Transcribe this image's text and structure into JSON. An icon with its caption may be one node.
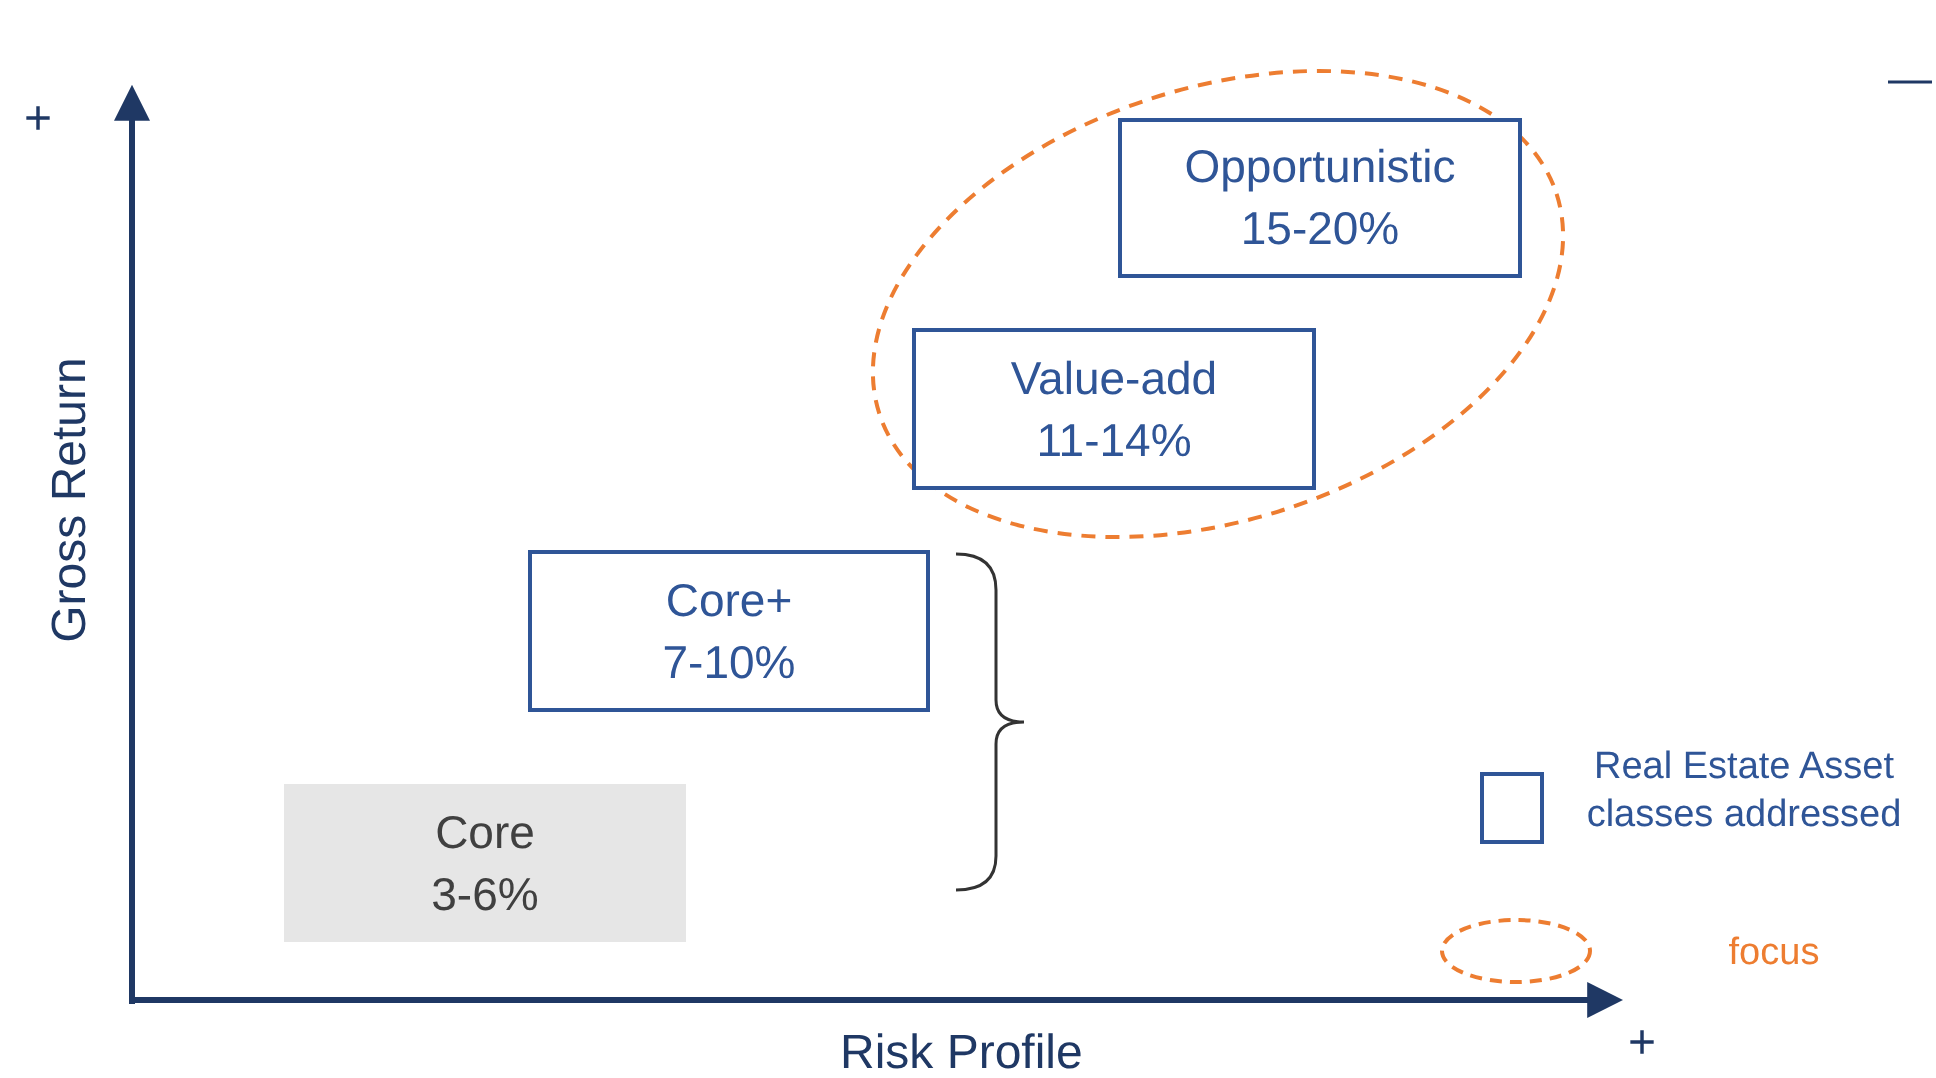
{
  "diagram": {
    "nodes": [
      {
        "text": [
          "Opportunistic",
          "15-20%"
        ]
      },
      {
        "text": [
          "Value-add",
          "11-14%"
        ]
      },
      {
        "text": [
          "Core+",
          "7-10%"
        ]
      },
      {
        "text": [
          "Core",
          "3-6%"
        ]
      }
    ],
    "labels": [
      "+",
      "Gross Return",
      "Risk Profile",
      "+"
    ],
    "legend": [
      {
        "text": "Real Estate Asset classes addressed"
      },
      {
        "text": "focus"
      }
    ]
  }
}
